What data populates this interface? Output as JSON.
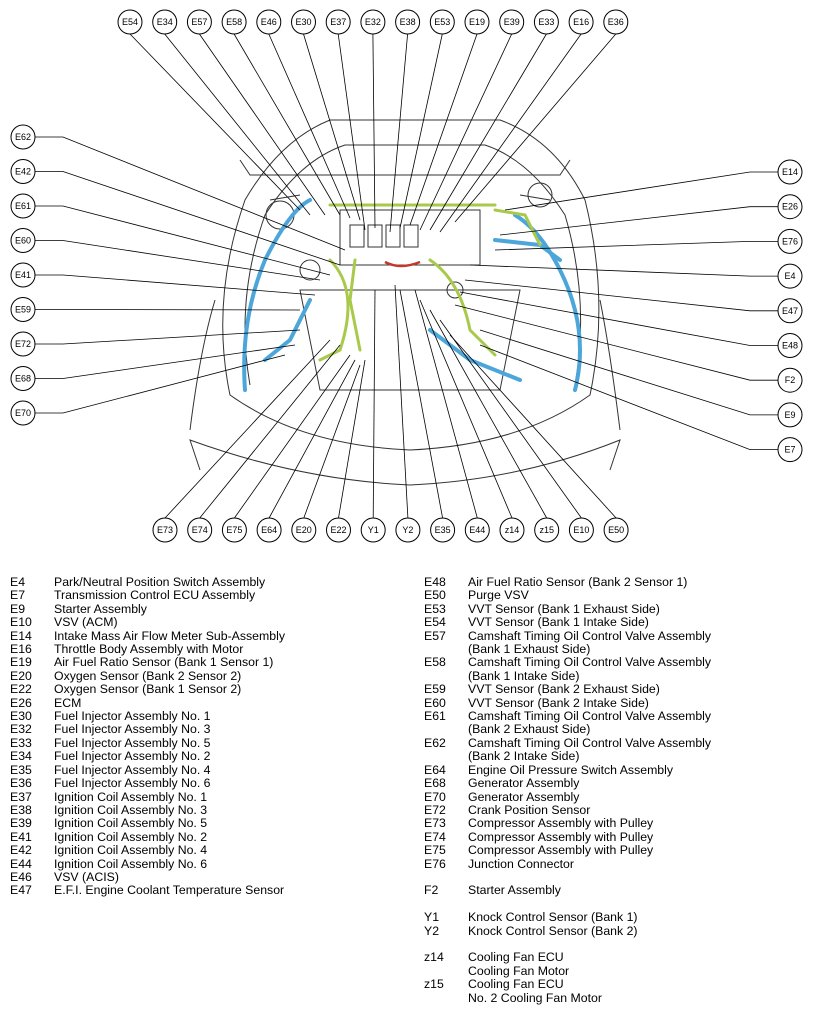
{
  "connectors": {
    "top": [
      "E54",
      "E34",
      "E57",
      "E58",
      "E46",
      "E30",
      "E37",
      "E32",
      "E38",
      "E53",
      "E19",
      "E39",
      "E33",
      "E16",
      "E36"
    ],
    "left": [
      "E62",
      "E42",
      "E61",
      "E60",
      "E41",
      "E59",
      "E72",
      "E68",
      "E70"
    ],
    "right": [
      "E14",
      "E26",
      "E76",
      "E4",
      "E47",
      "E48",
      "F2",
      "E9",
      "E7"
    ],
    "bottom": [
      "E73",
      "E74",
      "E75",
      "E64",
      "E20",
      "E22",
      "Y1",
      "Y2",
      "E35",
      "E44",
      "z14",
      "z15",
      "E10",
      "E50"
    ]
  },
  "legend": {
    "left": [
      {
        "code": "E4",
        "desc": "Park/Neutral Position Switch Assembly"
      },
      {
        "code": "E7",
        "desc": "Transmission Control ECU Assembly"
      },
      {
        "code": "E9",
        "desc": "Starter Assembly"
      },
      {
        "code": "E10",
        "desc": "VSV (ACM)"
      },
      {
        "code": "E14",
        "desc": "Intake Mass Air Flow Meter Sub-Assembly"
      },
      {
        "code": "E16",
        "desc": "Throttle Body Assembly with Motor"
      },
      {
        "code": "E19",
        "desc": "Air Fuel Ratio Sensor (Bank 1 Sensor 1)"
      },
      {
        "code": "E20",
        "desc": "Oxygen Sensor (Bank 2 Sensor 2)"
      },
      {
        "code": "E22",
        "desc": "Oxygen Sensor (Bank 1 Sensor 2)"
      },
      {
        "code": "E26",
        "desc": "ECM"
      },
      {
        "code": "E30",
        "desc": "Fuel Injector Assembly No. 1"
      },
      {
        "code": "E32",
        "desc": "Fuel Injector Assembly No. 3"
      },
      {
        "code": "E33",
        "desc": "Fuel Injector Assembly No. 5"
      },
      {
        "code": "E34",
        "desc": "Fuel Injector Assembly No. 2"
      },
      {
        "code": "E35",
        "desc": "Fuel Injector Assembly No. 4"
      },
      {
        "code": "E36",
        "desc": "Fuel Injector Assembly No. 6"
      },
      {
        "code": "E37",
        "desc": "Ignition Coil Assembly No. 1"
      },
      {
        "code": "E38",
        "desc": "Ignition Coil Assembly No. 3"
      },
      {
        "code": "E39",
        "desc": "Ignition Coil Assembly No. 5"
      },
      {
        "code": "E41",
        "desc": "Ignition Coil Assembly No. 2"
      },
      {
        "code": "E42",
        "desc": "Ignition Coil Assembly No. 4"
      },
      {
        "code": "E44",
        "desc": "Ignition Coil Assembly No. 6"
      },
      {
        "code": "E46",
        "desc": "VSV (ACIS)"
      },
      {
        "code": "E47",
        "desc": "E.F.I. Engine Coolant Temperature Sensor"
      }
    ],
    "right": [
      {
        "code": "E48",
        "desc": "Air Fuel Ratio Sensor (Bank 2 Sensor 1)"
      },
      {
        "code": "E50",
        "desc": "Purge VSV"
      },
      {
        "code": "E53",
        "desc": "VVT Sensor (Bank 1 Exhaust Side)"
      },
      {
        "code": "E54",
        "desc": "VVT Sensor (Bank 1 Intake Side)"
      },
      {
        "code": "E57",
        "desc": "Camshaft Timing Oil Control Valve Assembly\n(Bank 1 Exhaust Side)"
      },
      {
        "code": "E58",
        "desc": "Camshaft Timing Oil Control Valve Assembly\n(Bank 1 Intake Side)"
      },
      {
        "code": "E59",
        "desc": "VVT Sensor (Bank 2 Exhaust Side)"
      },
      {
        "code": "E60",
        "desc": "VVT Sensor (Bank 2 Intake Side)"
      },
      {
        "code": "E61",
        "desc": "Camshaft Timing Oil Control Valve Assembly\n(Bank 2 Exhaust Side)"
      },
      {
        "code": "E62",
        "desc": "Camshaft Timing Oil Control Valve Assembly\n(Bank 2 Intake Side)"
      },
      {
        "code": "E64",
        "desc": "Engine Oil Pressure Switch Assembly"
      },
      {
        "code": "E68",
        "desc": "Generator Assembly"
      },
      {
        "code": "E70",
        "desc": "Generator Assembly"
      },
      {
        "code": "E72",
        "desc": "Crank Position Sensor"
      },
      {
        "code": "E73",
        "desc": "Compressor Assembly with Pulley"
      },
      {
        "code": "E74",
        "desc": "Compressor Assembly with Pulley"
      },
      {
        "code": "E75",
        "desc": "Compressor Assembly with Pulley"
      },
      {
        "code": "E76",
        "desc": "Junction Connector"
      },
      {
        "code": "F2",
        "desc": "Starter Assembly",
        "gap": true
      },
      {
        "code": "Y1",
        "desc": "Knock Control Sensor (Bank 1)",
        "gap": true
      },
      {
        "code": "Y2",
        "desc": "Knock Control Sensor (Bank 2)"
      },
      {
        "code": "z14",
        "desc": "Cooling Fan ECU\nCooling Fan Motor",
        "gap": true
      },
      {
        "code": "z15",
        "desc": "Cooling Fan ECU\nNo. 2 Cooling Fan Motor"
      }
    ]
  }
}
